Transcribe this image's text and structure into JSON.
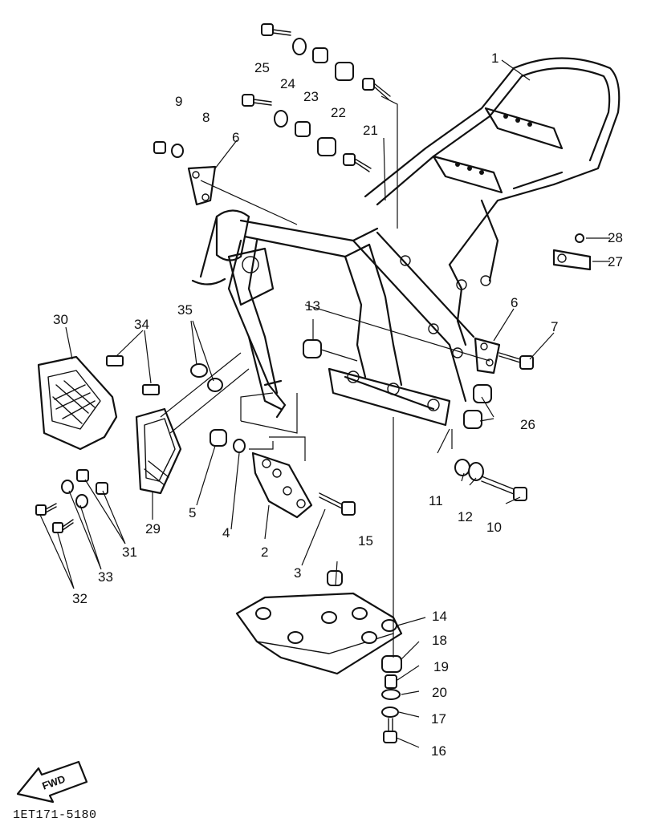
{
  "catalog_code": "1ET171-5180",
  "fwd_label": "FWD",
  "callouts": [
    {
      "id": "1",
      "text": "1"
    },
    {
      "id": "2",
      "text": "2"
    },
    {
      "id": "3",
      "text": "3"
    },
    {
      "id": "4",
      "text": "4"
    },
    {
      "id": "5",
      "text": "5"
    },
    {
      "id": "6a",
      "text": "6"
    },
    {
      "id": "6b",
      "text": "6"
    },
    {
      "id": "7",
      "text": "7"
    },
    {
      "id": "8",
      "text": "8"
    },
    {
      "id": "9",
      "text": "9"
    },
    {
      "id": "10",
      "text": "10"
    },
    {
      "id": "11",
      "text": "11"
    },
    {
      "id": "12",
      "text": "12"
    },
    {
      "id": "13",
      "text": "13"
    },
    {
      "id": "14",
      "text": "14"
    },
    {
      "id": "15",
      "text": "15"
    },
    {
      "id": "16",
      "text": "16"
    },
    {
      "id": "17",
      "text": "17"
    },
    {
      "id": "18",
      "text": "18"
    },
    {
      "id": "19",
      "text": "19"
    },
    {
      "id": "20",
      "text": "20"
    },
    {
      "id": "21",
      "text": "21"
    },
    {
      "id": "22",
      "text": "22"
    },
    {
      "id": "23",
      "text": "23"
    },
    {
      "id": "24",
      "text": "24"
    },
    {
      "id": "25",
      "text": "25"
    },
    {
      "id": "26",
      "text": "26"
    },
    {
      "id": "27",
      "text": "27"
    },
    {
      "id": "28",
      "text": "28"
    },
    {
      "id": "29",
      "text": "29"
    },
    {
      "id": "30",
      "text": "30"
    },
    {
      "id": "31",
      "text": "31"
    },
    {
      "id": "32",
      "text": "32"
    },
    {
      "id": "33",
      "text": "33"
    },
    {
      "id": "34",
      "text": "34"
    },
    {
      "id": "35",
      "text": "35"
    }
  ]
}
